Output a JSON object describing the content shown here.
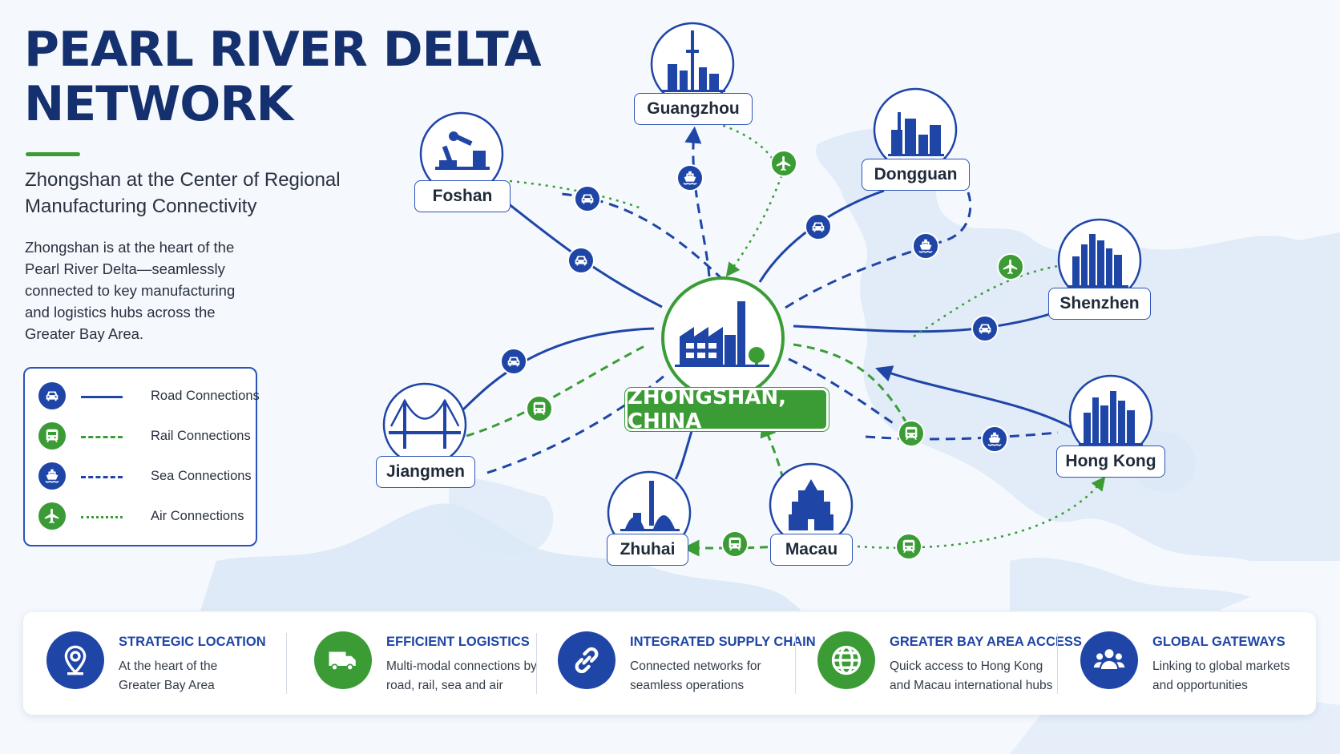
{
  "title": {
    "line1": "PEARL RIVER DELTA",
    "line2": "NETWORK"
  },
  "subtitle": "Zhongshan at the Center of Regional Manufacturing Connectivity",
  "intro": "Zhongshan is at the heart of the Pearl River Delta—seamlessly connected to key manufacturing and logistics hubs across the Greater Bay Area.",
  "colors": {
    "navy": "#15306f",
    "blue": "#1f45a6",
    "green": "#3b9c36",
    "land": "#ffffff",
    "water": "#dfeaf7"
  },
  "legend": [
    {
      "label": "Road Connections",
      "icon": "car-icon",
      "kind": "road"
    },
    {
      "label": "Rail Connections",
      "icon": "train-icon",
      "kind": "rail"
    },
    {
      "label": "Sea Connections",
      "icon": "ship-icon",
      "kind": "sea"
    },
    {
      "label": "Air Connections",
      "icon": "plane-icon",
      "kind": "air"
    }
  ],
  "hub": {
    "label": "ZHONGSHAN, CHINA",
    "icon": "factory-icon"
  },
  "cities": [
    {
      "id": "guangzhou",
      "label": "Guangzhou",
      "icon": "tower-skyline-icon"
    },
    {
      "id": "foshan",
      "label": "Foshan",
      "icon": "robot-arm-icon"
    },
    {
      "id": "dongguan",
      "label": "Dongguan",
      "icon": "factory-buildings-icon"
    },
    {
      "id": "shenzhen",
      "label": "Shenzhen",
      "icon": "skyscrapers-icon"
    },
    {
      "id": "hongkong",
      "label": "Hong Kong",
      "icon": "city-skyline-icon"
    },
    {
      "id": "jiangmen",
      "label": "Jiangmen",
      "icon": "bridge-icon"
    },
    {
      "id": "zhuhai",
      "label": "Zhuhai",
      "icon": "opera-house-icon"
    },
    {
      "id": "macau",
      "label": "Macau",
      "icon": "ruins-facade-icon"
    }
  ],
  "features": [
    {
      "title": "STRATEGIC LOCATION",
      "desc": "At the heart of the Greater Bay Area",
      "icon": "location-pin-icon",
      "color": "#1f45a6"
    },
    {
      "title": "EFFICIENT LOGISTICS",
      "desc": "Multi-modal connections by road, rail, sea and air",
      "icon": "truck-icon",
      "color": "#3b9c36"
    },
    {
      "title": "INTEGRATED SUPPLY CHAIN",
      "desc": "Connected networks for seamless operations",
      "icon": "chain-link-icon",
      "color": "#1f45a6"
    },
    {
      "title": "GREATER BAY AREA ACCESS",
      "desc": "Quick access to Hong Kong and Macau international hubs",
      "icon": "globe-icon",
      "color": "#3b9c36"
    },
    {
      "title": "GLOBAL GATEWAYS",
      "desc": "Linking to global markets and opportunities",
      "icon": "people-icon",
      "color": "#1f45a6"
    }
  ]
}
